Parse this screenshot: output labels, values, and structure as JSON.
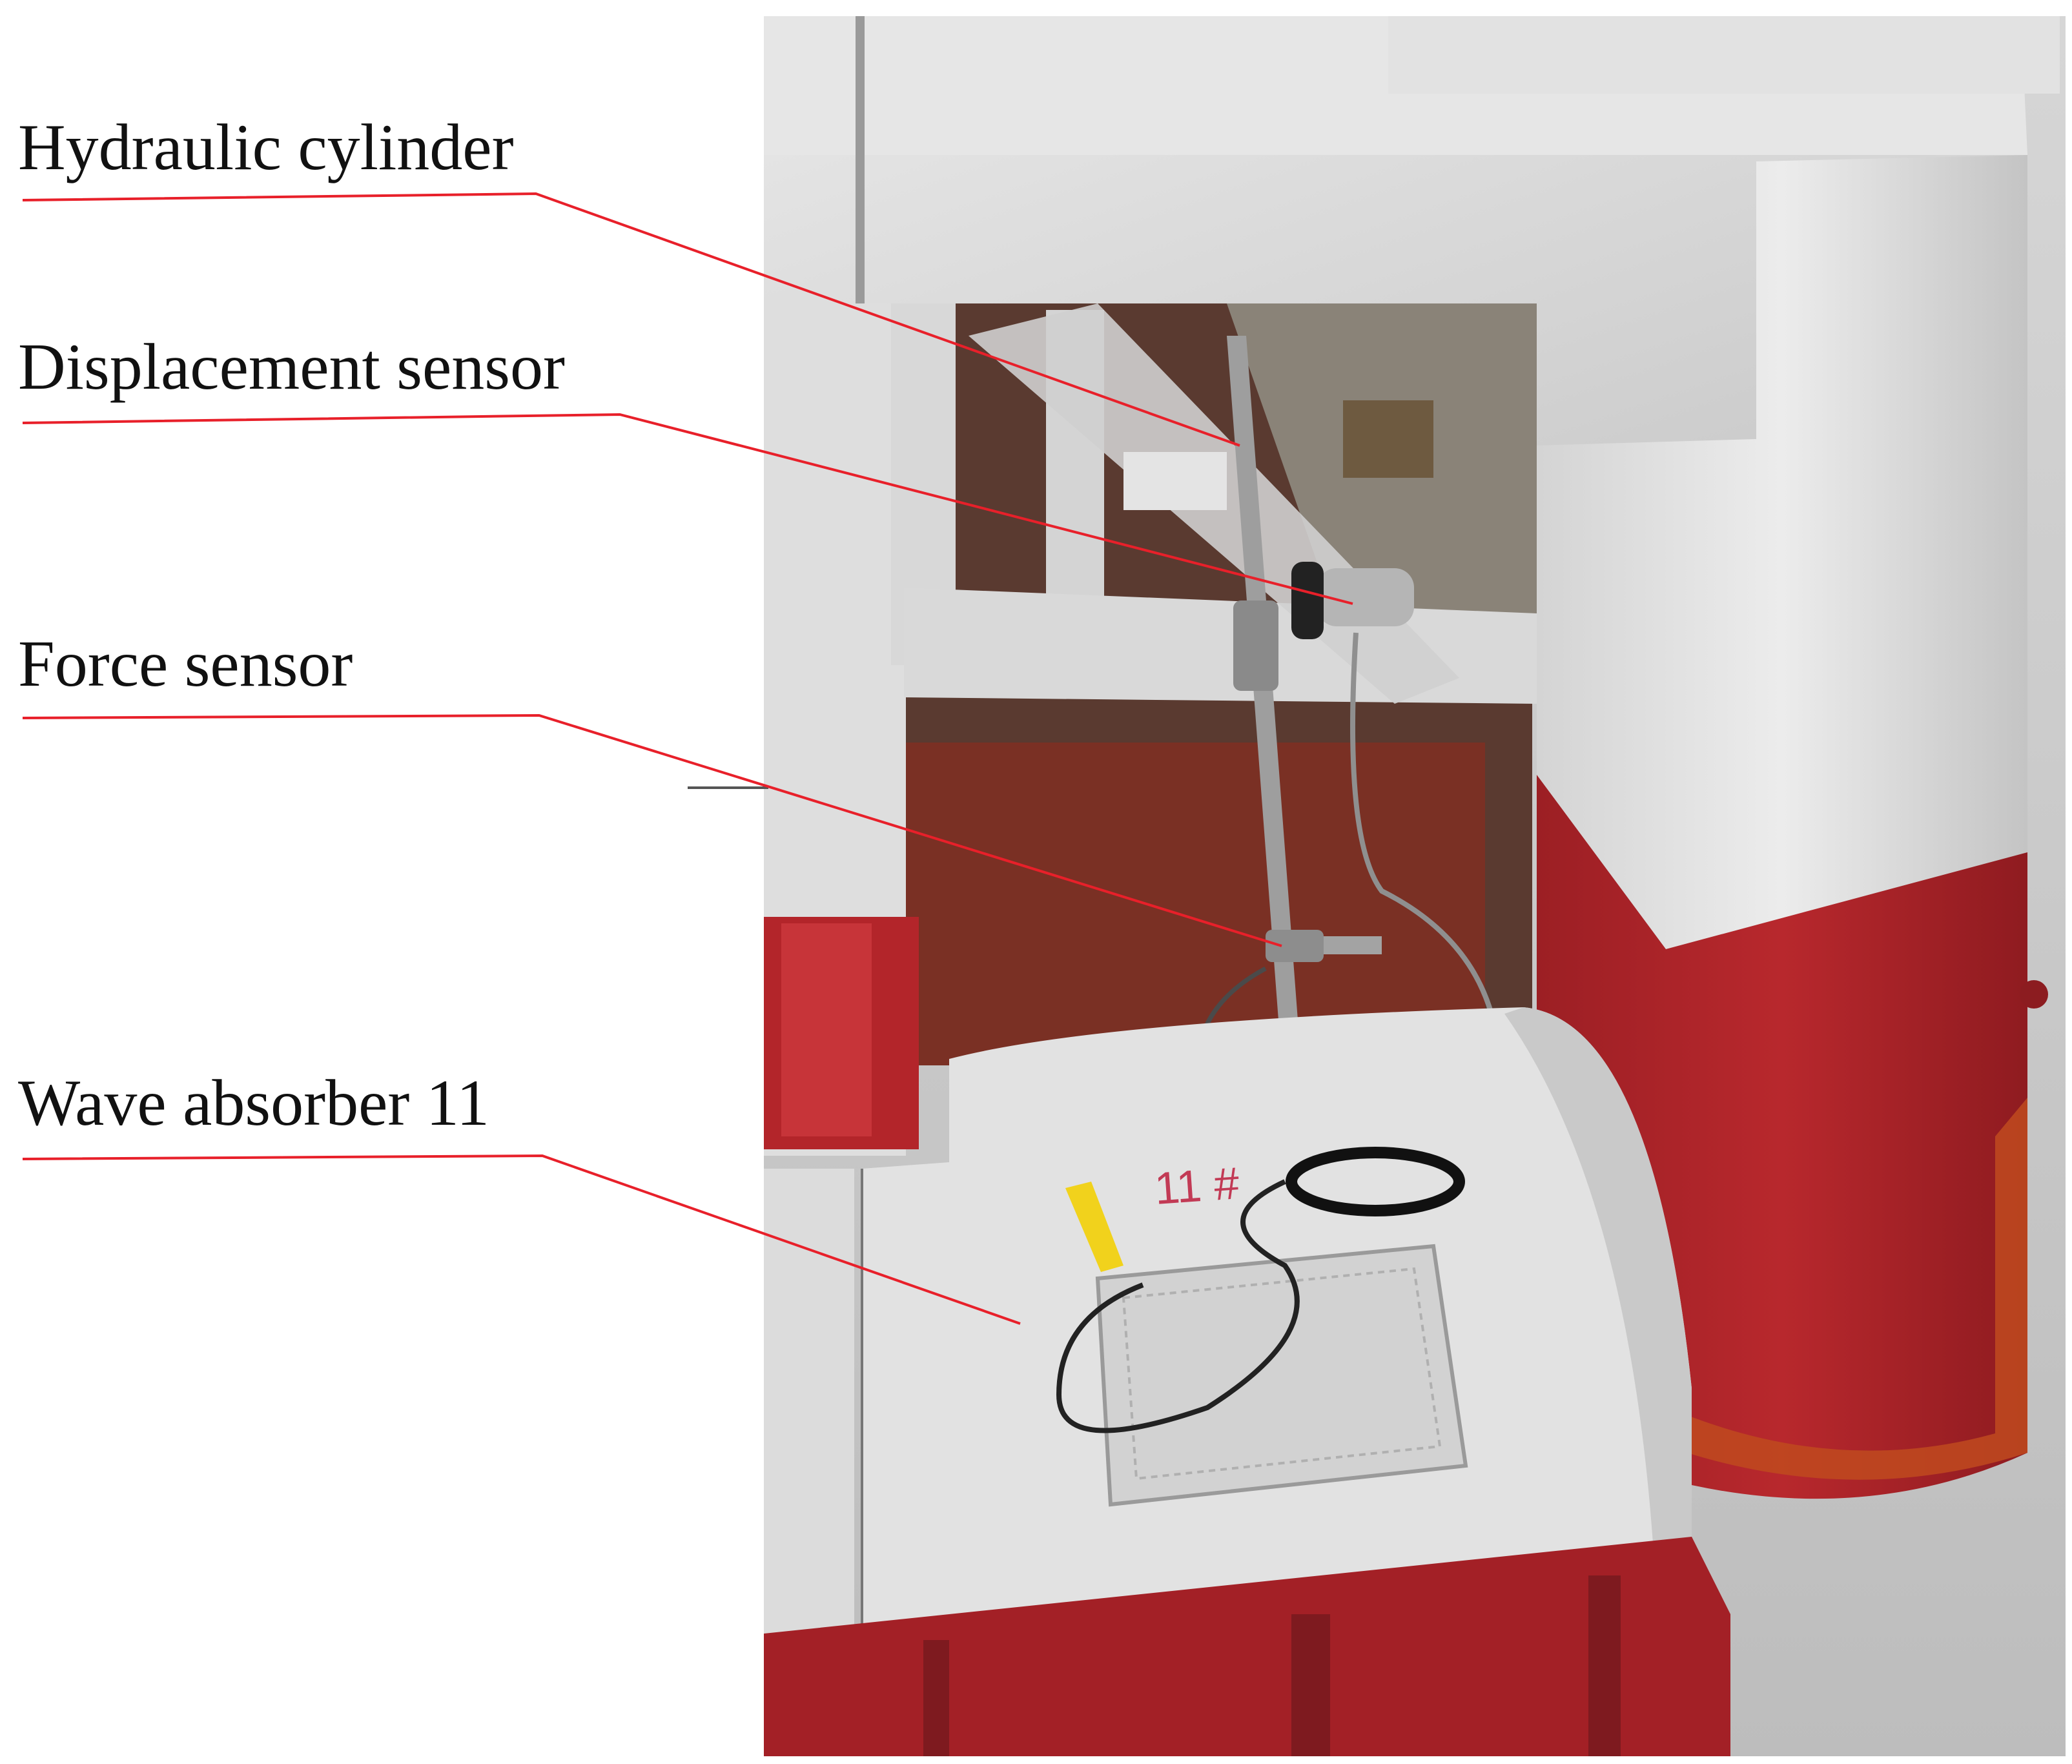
{
  "labels": {
    "hydraulic_cylinder": "Hydraulic cylinder",
    "displacement_sensor": "Displacement sensor",
    "force_sensor": "Force sensor",
    "wave_absorber": "Wave absorber 11"
  },
  "photo_marks": {
    "absorber_number": "11 #"
  },
  "colors": {
    "leader_line": "#e8202a",
    "structure_white": "#dcdcdc",
    "structure_red": "#b3252a",
    "floor": "#cfcfcf"
  }
}
